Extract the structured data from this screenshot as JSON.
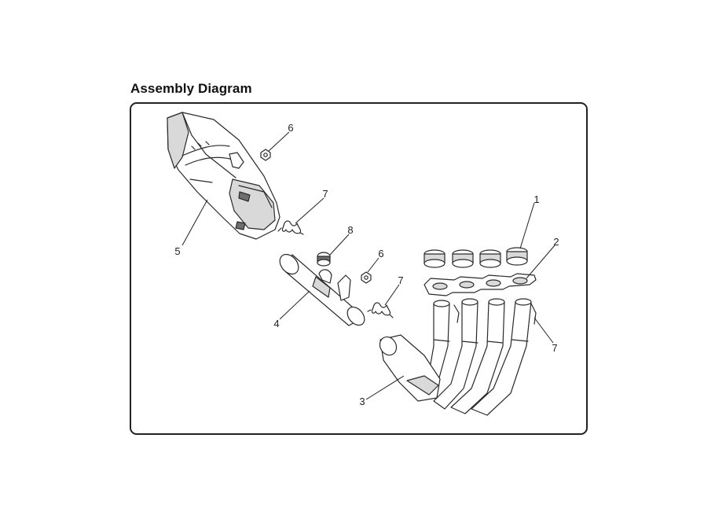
{
  "title": "Assembly Diagram",
  "callouts": {
    "c1": "1",
    "c2": "2",
    "c3": "3",
    "c4": "4",
    "c5": "5",
    "c6a": "6",
    "c6b": "6",
    "c7a": "7",
    "c7b": "7",
    "c7c": "7",
    "c8": "8"
  },
  "colors": {
    "frame": "#222222",
    "line": "#2a2a2a",
    "shade": "#d9d9d9"
  }
}
